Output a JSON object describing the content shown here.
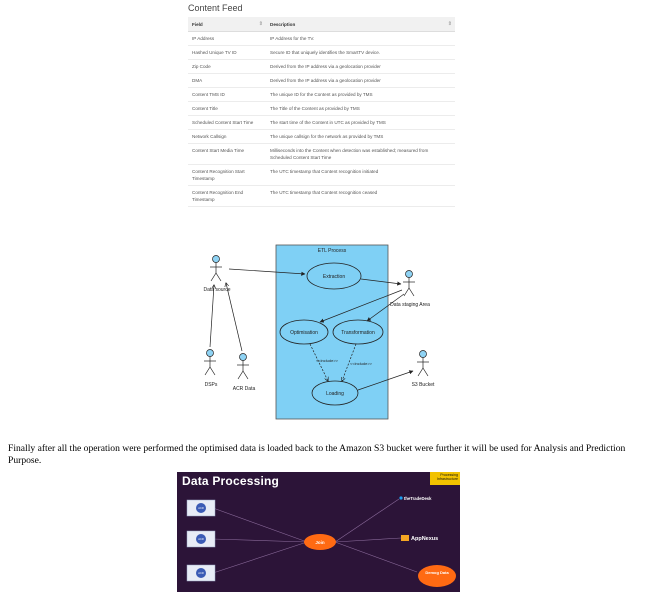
{
  "content_feed": {
    "title": "Content Feed",
    "columns": [
      "Field",
      "Description"
    ],
    "rows": [
      {
        "field": "IP Address",
        "description": "IP Address for the TV."
      },
      {
        "field": "Hashed Unique TV ID",
        "description": "Secure ID that uniquely identifies the SmartTV device."
      },
      {
        "field": "Zip Code",
        "description": "Derived from the IP address via a geolocation provider"
      },
      {
        "field": "DMA",
        "description": "Derived from the IP address via a geolocation provider"
      },
      {
        "field": "Content TMS ID",
        "description": "The unique ID for the Content as provided by TMS"
      },
      {
        "field": "Content Title",
        "description": "The Title of the Content as provided by TMS"
      },
      {
        "field": "Scheduled Content Start Time",
        "description": "The start time of the Content in UTC as provided by TMS"
      },
      {
        "field": "Network Callsign",
        "description": "The unique callsign for the network as provided by TMS"
      },
      {
        "field": "Content Start Media Time",
        "description": "Milliseconds into the Content when detection was established; measured from Scheduled Content Start Time"
      },
      {
        "field": "Content Recognition Start Timestamp",
        "description": "The UTC timestamp that Content recognition initiated"
      },
      {
        "field": "Content Recognition End Timestamp",
        "description": "The UTC timestamp that Content recognition ceased"
      }
    ]
  },
  "etl_diagram": {
    "system_title": "ETL Process",
    "use_cases": {
      "extraction": "Extraction",
      "optimisation": "Optimisation",
      "transformation": "Transformation",
      "loading": "Loading"
    },
    "actors": {
      "data_source": "Data source",
      "data_staging": "Data staging Area",
      "dsps": "DSPs",
      "acr_data": "ACR Data",
      "s3_bucket": "S3 Bucket"
    },
    "include_label": "<<include>>",
    "colors": {
      "system_fill": "#7fd0f5",
      "actor_head": "#8fd3f4"
    }
  },
  "paragraph": "Finally after all the operation were performed the optimised data is loaded back to the Amazon S3 bucket were further it will be used for Analysis and Prediction Purpose.",
  "data_processing": {
    "title": "Data Processing",
    "badge": "Processing Infrastructure",
    "acr_label": "ACR",
    "join_label": "Join",
    "tradedesk_label": "theTradeDesk",
    "appnexus_label": "AppNexus",
    "demog_label": "Demog Data",
    "colors": {
      "background": "#2c1438",
      "node": "#ff6a13",
      "badge": "#f2c200"
    }
  }
}
